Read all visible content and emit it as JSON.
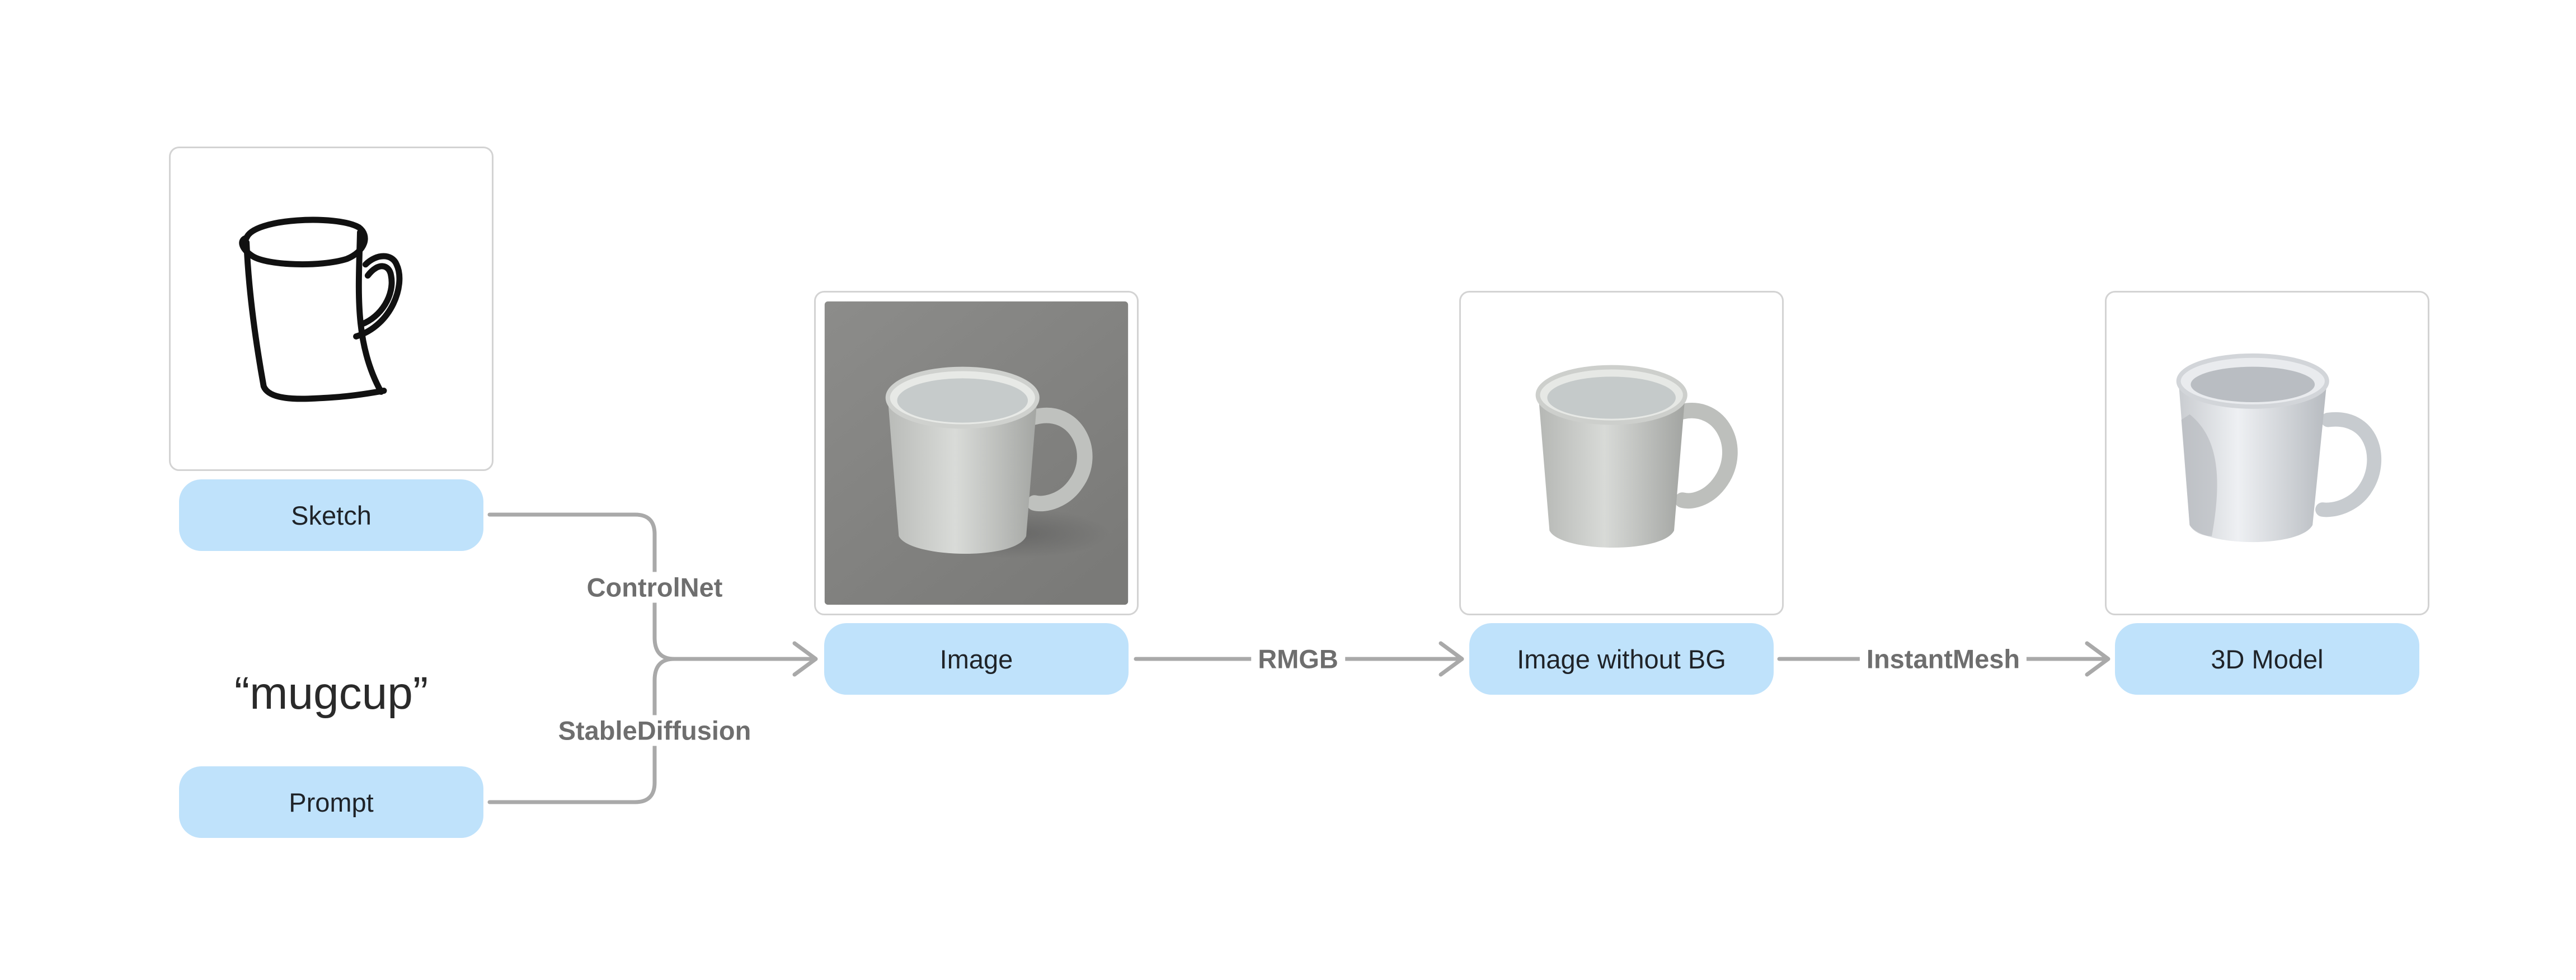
{
  "nodes": {
    "sketch": "Sketch",
    "prompt": "Prompt",
    "image": "Image",
    "image_no_bg": "Image without BG",
    "model_3d": "3D Model"
  },
  "prompt_text": "“mugcup”",
  "edges": {
    "controlnet": "ControlNet",
    "stablediffusion": "StableDiffusion",
    "rmgb": "RMGB",
    "instantmesh": "InstantMesh"
  },
  "colors": {
    "pill_fill": "#bfe2fb",
    "connector": "#a9a9a9",
    "edge_label": "#6e6e6e"
  }
}
